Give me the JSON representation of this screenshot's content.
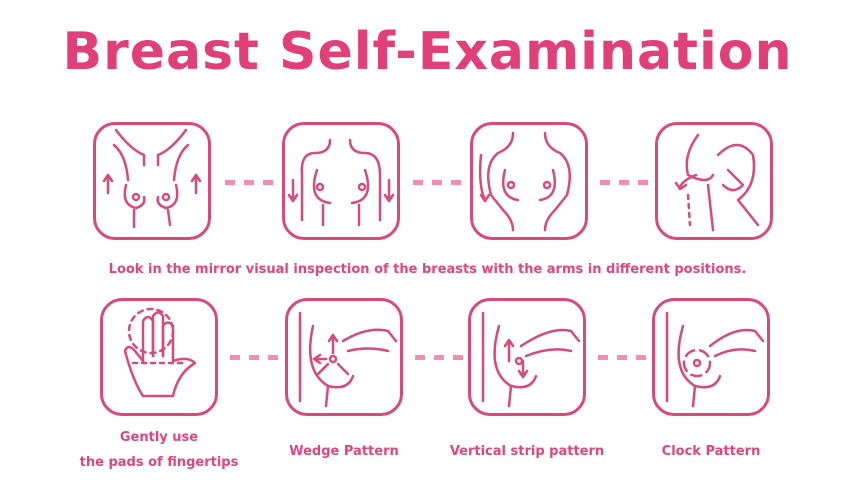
{
  "title": "Breast Self-Examination",
  "mirror_caption": "Look in the mirror visual inspection of the breasts with the arms in different positions.",
  "bottom_captions": {
    "fingertips_line1": "Gently use",
    "fingertips_line2": "the pads of fingertips",
    "wedge": "Wedge Pattern",
    "vertical": "Vertical strip pattern",
    "clock": "Clock Pattern"
  },
  "colors": {
    "primary": "#e03f78",
    "stroke": "#d94a7c",
    "dash": "#f08db0"
  }
}
